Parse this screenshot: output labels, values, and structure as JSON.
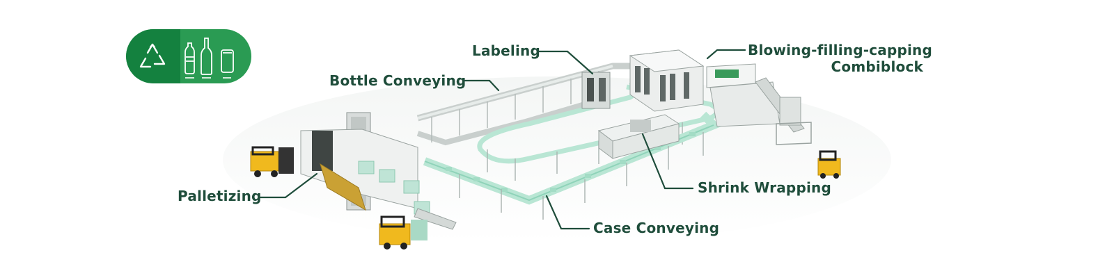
{
  "diagram": {
    "labels": {
      "labeling": "Labeling",
      "bottle_conveying": "Bottle Conveying",
      "blowing_line1": "Blowing-filling-capping",
      "blowing_line2": "Combiblock",
      "palletizing": "Palletizing",
      "shrink_wrapping": "Shrink Wrapping",
      "case_conveying": "Case Conveying"
    },
    "badge": {
      "icons": [
        "recycle-icon",
        "water-bottle-icon",
        "glass-bottle-icon",
        "can-icon"
      ]
    },
    "colors": {
      "label_text": "#1f4d3b",
      "leader_line": "#1f4d3b",
      "badge_green": "#2a9b53",
      "badge_dark_green": "#14813f",
      "forklift_yellow": "#f0b91e",
      "conveyor_track": "#b9e6d4"
    }
  }
}
